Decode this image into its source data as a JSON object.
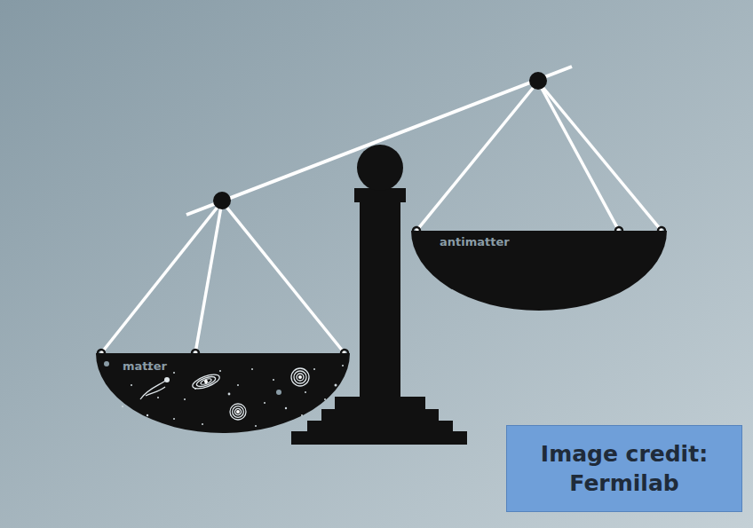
{
  "diagram": {
    "nodes": [
      {
        "text": [
          "matter"
        ]
      },
      {
        "text": [
          "antimatter"
        ]
      },
      {
        "text": [
          "Image credit: Fermilab"
        ]
      }
    ]
  }
}
